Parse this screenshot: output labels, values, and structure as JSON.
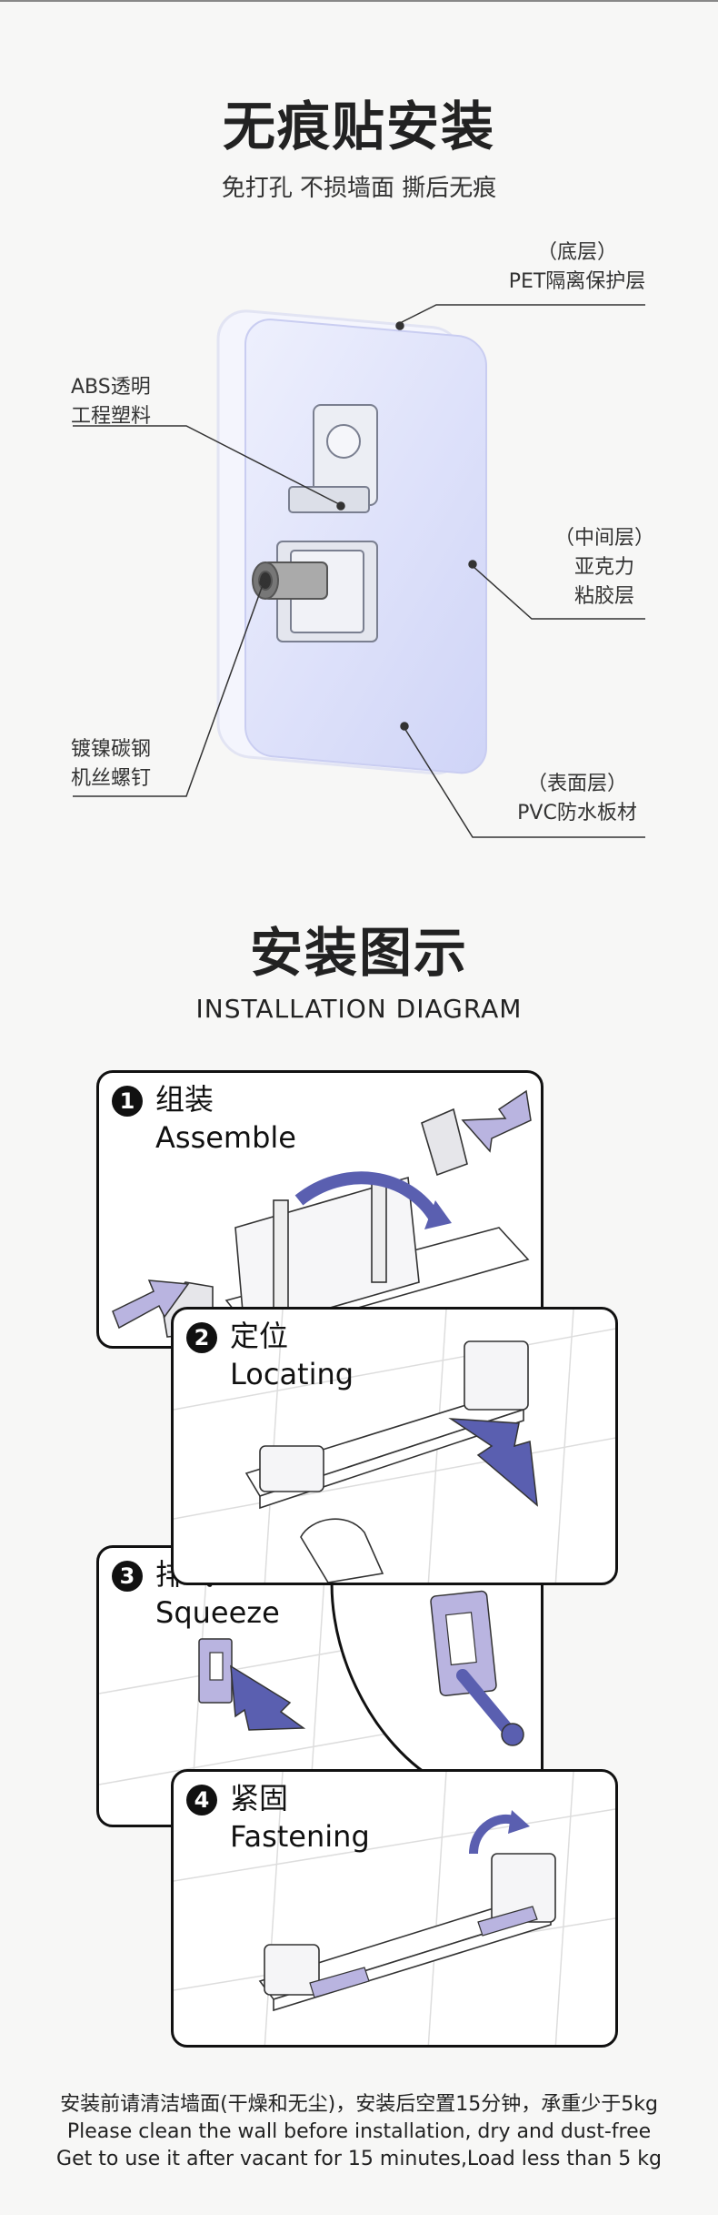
{
  "section1": {
    "title": "无痕贴安装",
    "subtitle": "免打孔 不损墙面 撕后无痕",
    "labels": {
      "bottom_layer_1": "（底层）",
      "bottom_layer_2": "PET隔离保护层",
      "abs_1": "ABS透明",
      "abs_2": "工程塑料",
      "middle_1": "（中间层）",
      "middle_2": "亚克力",
      "middle_3": "粘胶层",
      "screw_1": "镀镍碳钢",
      "screw_2": "机丝螺钉",
      "surface_1": "（表面层）",
      "surface_2": "PVC防水板材"
    }
  },
  "section2": {
    "title": "安装图示",
    "subtitle": "INSTALLATION  DIAGRAM",
    "steps": [
      {
        "num": "1",
        "cn": "组装",
        "en": "Assemble"
      },
      {
        "num": "2",
        "cn": "定位",
        "en": "Locating"
      },
      {
        "num": "3",
        "cn": "排气",
        "en": "Squeeze"
      },
      {
        "num": "4",
        "cn": "紧固",
        "en": "Fastening"
      }
    ]
  },
  "notes": {
    "line1": "安装前请清洁墙面(干燥和无尘)，安装后空置15分钟，承重少于5kg",
    "line2": "Please clean the wall before installation, dry and dust-free",
    "line3": "Get to use it after vacant for 15 minutes,Load less than 5 kg"
  },
  "colors": {
    "accent_purple": "#5a5fb0",
    "light_purple": "#b9b4e0",
    "plate_blue": "#dfe2fb"
  }
}
